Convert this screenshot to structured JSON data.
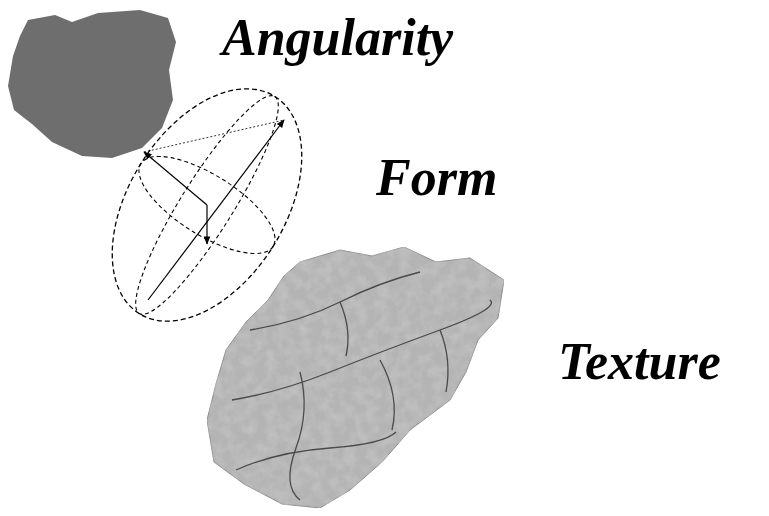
{
  "diagram": {
    "labels": [
      "Angularity",
      "Form",
      "Texture"
    ]
  }
}
